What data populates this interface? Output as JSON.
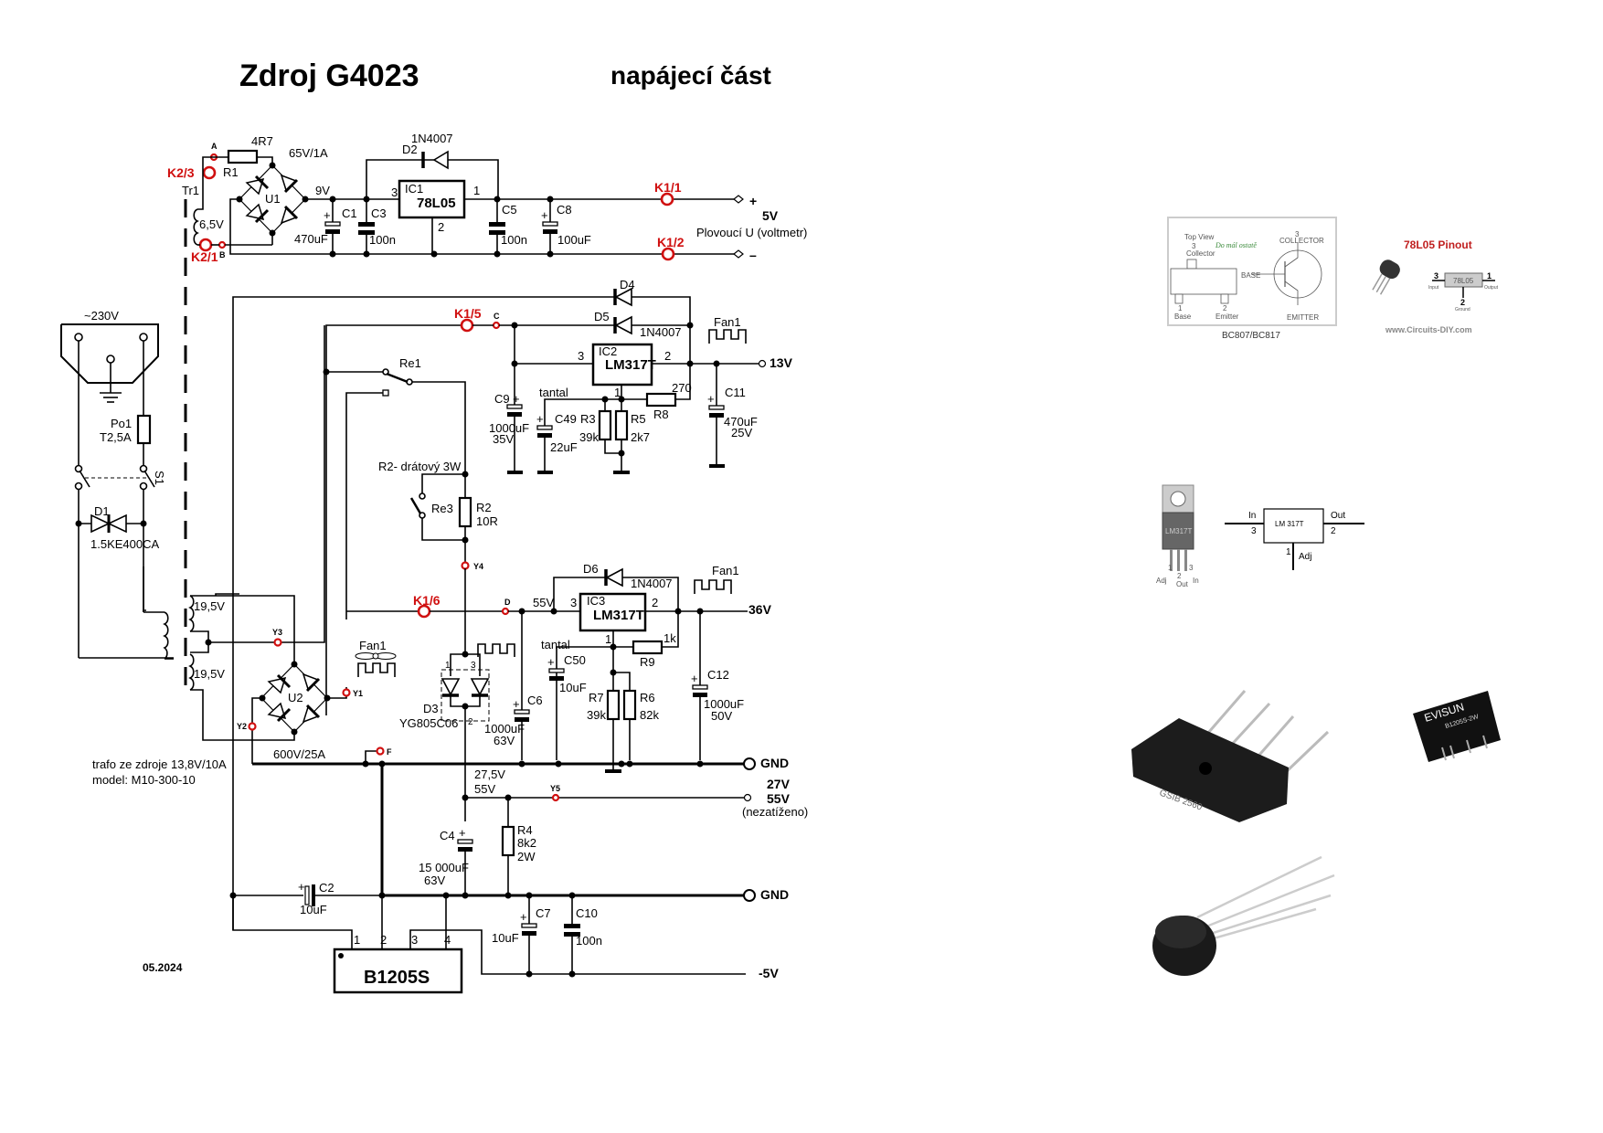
{
  "header": {
    "title": "Zdroj G4023",
    "subtitle": "napájecí část"
  },
  "footer": {
    "date": "05.2024",
    "transformer_note_1": "trafo ze zdroje 13,8V/10A",
    "transformer_note_2": "model: M10-300-10"
  },
  "mains": {
    "voltage": "~230V",
    "fuse_ref": "Po1",
    "fuse_value": "T2,5A",
    "switch_ref": "S1",
    "tvs_ref": "D1",
    "tvs_value": "1.5KE400CA",
    "transformer_ref": "Tr1"
  },
  "section_5v": {
    "winding": "6,5V",
    "connector_a": "K2/3",
    "connector_b": "K2/1",
    "point_a": "A",
    "point_b": "B",
    "r1_ref": "R1",
    "r1_value": "4R7",
    "bridge_ref": "U1",
    "bridge_rating": "65V/1A",
    "rail_voltage": "9V",
    "c1_ref": "C1",
    "c1_value": "470uF",
    "c3_ref": "C3",
    "c3_value": "100n",
    "ic_ref": "IC1",
    "ic_part": "78L05",
    "ic_pin_in": "3",
    "ic_pin_out": "1",
    "ic_pin_gnd": "2",
    "d2_ref": "D2",
    "d2_value": "1N4007",
    "c5_ref": "C5",
    "c5_value": "100n",
    "c8_ref": "C8",
    "c8_value": "100uF",
    "out_pos_conn": "K1/1",
    "out_neg_conn": "K1/2",
    "out_plus": "+",
    "out_voltage": "5V",
    "out_minus": "–",
    "out_note": "Plovoucí U (voltmetr)"
  },
  "section_13v": {
    "d4_ref": "D4",
    "d5_ref": "D5",
    "d5_value": "1N4007",
    "connector": "K1/5",
    "point": "C",
    "fan_label": "Fan1",
    "ic_ref": "IC2",
    "ic_part": "LM317T",
    "pin_in": "3",
    "pin_out": "2",
    "pin_adj": "1",
    "out_voltage": "13V",
    "relay_ref": "Re1",
    "c9_ref": "C9",
    "c9_value": "1000uF",
    "c9_voltage": "35V",
    "tantal": "tantal",
    "c49_ref": "C49",
    "c49_value": "22uF",
    "r3_ref": "R3",
    "r3_value": "39k",
    "r5_ref": "R5",
    "r5_value": "2k7",
    "r8_ref": "R8",
    "r8_value": "270",
    "c11_ref": "C11",
    "c11_value": "470uF",
    "c11_voltage": "25V"
  },
  "section_36v": {
    "r2_note": "R2- drátový 3W",
    "relay3_ref": "Re3",
    "r2_ref": "R2",
    "r2_value": "10R",
    "point_y4": "Y4",
    "connector": "K1/6",
    "point_d": "D",
    "rail_voltage": "55V",
    "d6_ref": "D6",
    "d6_value": "1N4007",
    "ic_ref": "IC3",
    "ic_part": "LM317T",
    "pin_in": "3",
    "pin_out": "2",
    "pin_adj": "1",
    "fan_label": "Fan1",
    "out_voltage": "36V",
    "tantal": "tantal",
    "c50_ref": "C50",
    "c50_value": "10uF",
    "r9_ref": "R9",
    "r9_value": "1k",
    "r7_ref": "R7",
    "r7_value": "39k",
    "r6_ref": "R6",
    "r6_value": "82k",
    "c12_ref": "C12",
    "c12_value": "1000uF",
    "c12_voltage": "50V",
    "c6_ref": "C6",
    "c6_value": "1000uF",
    "c6_voltage": "63V",
    "d3_ref": "D3",
    "d3_value": "YG805C06",
    "d3_pin1": "1",
    "d3_pin2": "2",
    "d3_pin3": "3"
  },
  "section_main": {
    "winding_top": "19,5V",
    "winding_bottom": "19,5V",
    "point_y1": "Y1",
    "point_y2": "Y2",
    "point_y3": "Y3",
    "point_y5": "Y5",
    "point_f": "F",
    "fan_label": "Fan1",
    "bridge_ref": "U2",
    "bridge_rating": "600V/25A",
    "gnd_label": "GND",
    "mid_voltage_1": "27,5V",
    "mid_voltage_2": "55V",
    "out27_voltage": "27V",
    "out55_voltage": "55V",
    "out55_note": "(nezatíženo)",
    "c4_ref": "C4",
    "c4_value": "15 000uF",
    "c4_voltage": "63V",
    "r4_ref": "R4",
    "r4_value": "8k2",
    "r4_power": "2W",
    "c2_ref": "C2",
    "c2_value": "10uF",
    "gnd2_label": "GND",
    "c7_ref": "C7",
    "c7_value": "10uF",
    "c10_ref": "C10",
    "c10_value": "100n",
    "dcdc_part": "B1205S",
    "dcdc_pin1": "1",
    "dcdc_pin2": "2",
    "dcdc_pin3": "3",
    "dcdc_pin4": "4",
    "neg_out": "-5V"
  },
  "references": {
    "bc807_top_view": "Top View",
    "bc807_pin3": "3",
    "bc807_collector": "Collector",
    "bc807_green": "Do mál ostatě",
    "bc807_pin1": "1",
    "bc807_pin2": "2",
    "bc807_base_small": "Base",
    "bc807_emitter_small": "Emitter",
    "bc807_sym_collector": "COLLECTOR",
    "bc807_sym_base": "BASE",
    "bc807_sym_emitter": "EMITTER",
    "bc807_caption": "BC807/BC817",
    "l78_title": "78L05 Pinout",
    "l78_part": "78L05",
    "l78_in": "Input",
    "l78_out": "Output",
    "l78_gnd": "Ground",
    "l78_pin3": "3",
    "l78_pin1": "1",
    "l78_pin2": "2",
    "l78_site": "www.Circuits-DIY.com",
    "lm317_pkg_text": "LM317T",
    "lm317_adj": "Adj",
    "lm317_out": "Out",
    "lm317_in": "In",
    "lm317_p1": "1",
    "lm317_p2": "2",
    "lm317_p3": "3",
    "lm317_sym_in": "In",
    "lm317_sym_out": "Out",
    "lm317_sym_part": "LM 317T",
    "lm317_sym_adj": "Adj",
    "bridge_photo_text": "GSIB 2560",
    "evisun_brand": "EVISUN",
    "evisun_part": "B1205S-2W"
  }
}
